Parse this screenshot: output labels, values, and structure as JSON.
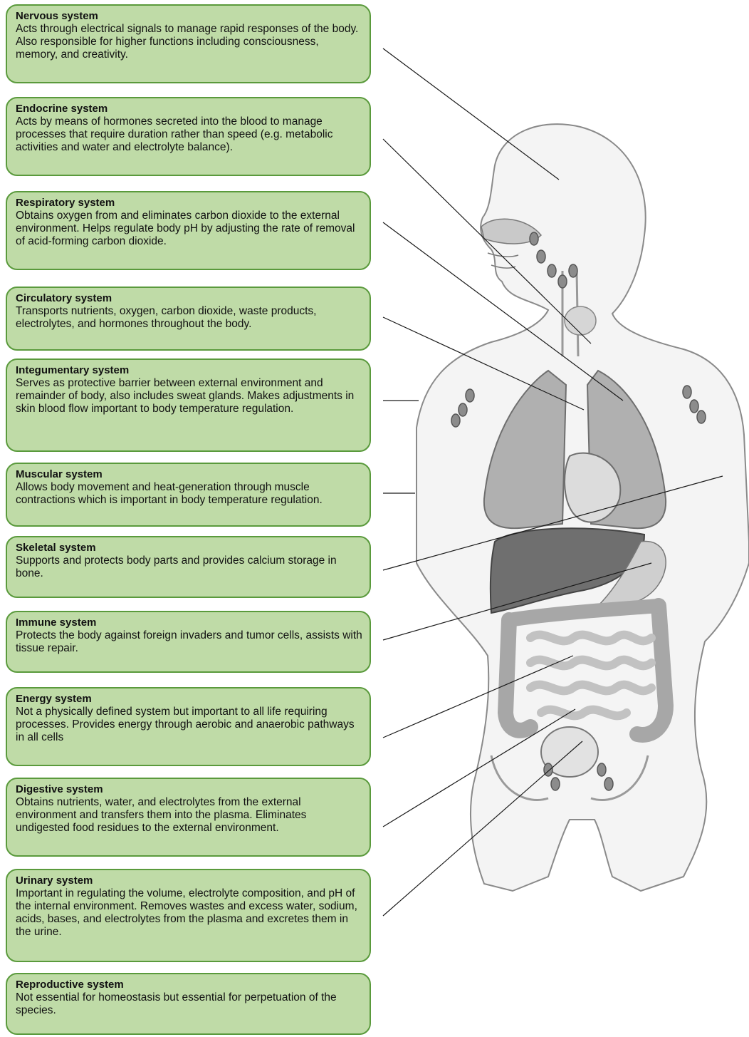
{
  "systems": [
    {
      "title": "Nervous system",
      "description": "Acts through electrical signals to manage rapid responses of the body. Also responsible for higher functions including consciousness, memory, and creativity."
    },
    {
      "title": "Endocrine system",
      "description": "Acts by means of hormones secreted into the blood to manage processes that require duration rather than speed (e.g. metabolic activities and water and electrolyte balance)."
    },
    {
      "title": "Respiratory system",
      "description": "Obtains oxygen from and eliminates carbon dioxide to the external environment.  Helps regulate body pH by adjusting the rate of removal of acid-forming carbon dioxide."
    },
    {
      "title": "Circulatory system",
      "description": "Transports nutrients, oxygen, carbon dioxide, waste products, electrolytes, and hormones throughout the body."
    },
    {
      "title": "Integumentary system",
      "description": "Serves as protective barrier between external environment and remainder of body, also includes sweat glands.  Makes adjustments in skin blood flow important to body temperature regulation."
    },
    {
      "title": "Muscular system",
      "description": "Allows body movement and heat-generation through muscle contractions which is important in body temperature regulation."
    },
    {
      "title": "Skeletal system",
      "description": "Supports and protects body parts and provides calcium storage in bone."
    },
    {
      "title": "Immune system",
      "description": "Protects the body against foreign invaders and tumor cells, assists with tissue repair."
    },
    {
      "title": "Energy system",
      "description": "Not a physically defined system but important to all life requiring processes. Provides energy through aerobic and anaerobic pathways in all cells"
    },
    {
      "title": "Digestive system",
      "description": "Obtains nutrients, water, and electrolytes from the external environment and transfers them into the plasma.  Eliminates undigested food residues to the external environment."
    },
    {
      "title": "Urinary system",
      "description": "Important in regulating the volume, electrolyte composition, and pH of the internal environment.  Removes wastes and excess water, sodium, acids, bases, and electrolytes from the plasma and excretes them in the urine."
    },
    {
      "title": "Reproductive system",
      "description": "Not essential for homeostasis but essential for perpetuation of the species."
    }
  ],
  "colors": {
    "box_fill": "#bfdba7",
    "box_border": "#5a9a3c",
    "body_outline": "#8a8a8a",
    "organ_fill": "#9a9a9a",
    "leader_line": "#1a1a1a"
  }
}
